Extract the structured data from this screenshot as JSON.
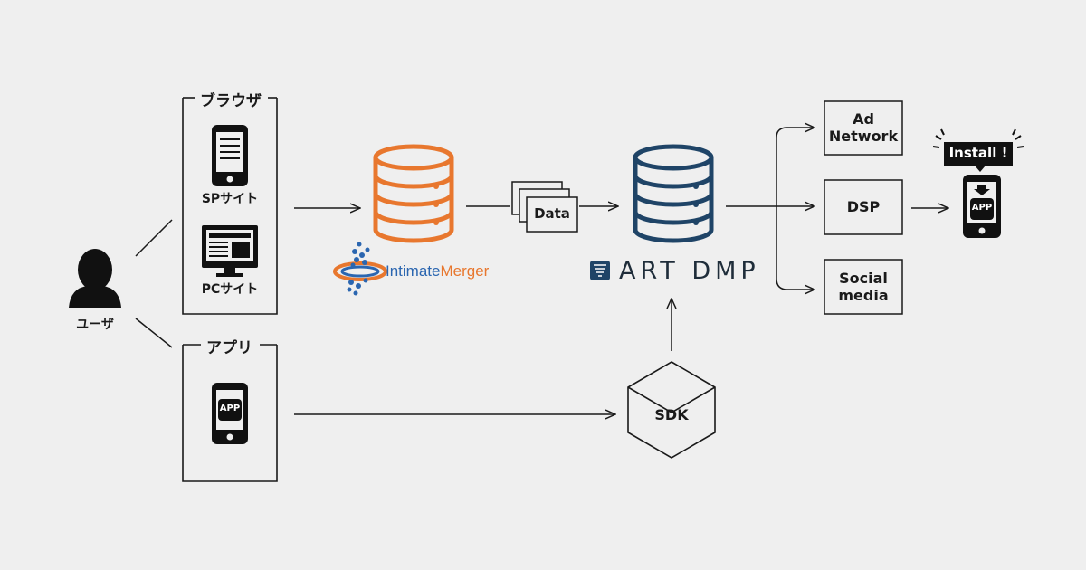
{
  "user": {
    "label": "ユーザ",
    "icon": "person-icon"
  },
  "browser": {
    "group_label": "ブラウザ",
    "sp_label": "SPサイト",
    "pc_label": "PCサイト",
    "sp_icon": "smartphone-icon",
    "pc_icon": "monitor-icon"
  },
  "app": {
    "group_label": "アプリ",
    "icon_text": "APP",
    "icon": "smartphone-app-icon"
  },
  "intimate_merger": {
    "logo_text_a": "Intimate",
    "logo_text_b": "Merger",
    "db_color": "#e8772e"
  },
  "data_label": "Data",
  "art_dmp": {
    "logo_text": "ART DMP",
    "db_color": "#1f4467"
  },
  "sdk_label": "SDK",
  "outputs": {
    "ad_network_line1": "Ad",
    "ad_network_line2": "Network",
    "dsp": "DSP",
    "social_line1": "Social",
    "social_line2": "media"
  },
  "install": {
    "label": "Install !",
    "app_text": "APP"
  }
}
